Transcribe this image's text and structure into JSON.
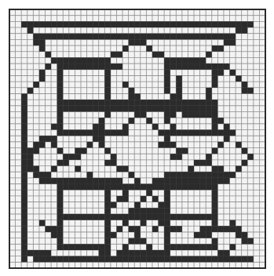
{
  "pattern": {
    "grid_cells": 43,
    "colors": {
      "background": "#f3f3f3",
      "grid": "#8c8c8c",
      "ink": "#2b2b2b",
      "border": "#2b2b2b"
    },
    "motif_rows": [
      [
        2,
        3,
        4,
        5,
        6,
        7,
        8,
        9,
        10,
        11,
        12,
        13,
        14,
        15,
        16,
        17,
        18,
        19,
        20,
        21,
        22,
        23,
        24,
        25,
        26,
        27,
        28,
        29,
        30,
        31,
        32,
        33,
        34,
        35,
        36,
        37,
        38,
        39,
        40
      ],
      [
        3,
        38,
        39
      ],
      [
        4,
        5,
        6,
        7,
        8,
        9,
        10,
        11,
        12,
        13,
        14,
        15,
        16,
        17,
        18,
        19,
        20,
        21,
        22,
        23,
        24,
        25,
        26,
        27,
        28,
        29,
        30,
        31,
        32,
        33,
        34,
        35,
        36,
        37
      ],
      [
        4,
        5,
        20,
        21,
        22,
        36,
        37
      ],
      [
        5,
        19,
        23,
        34,
        35
      ],
      [
        6,
        17,
        18,
        24,
        25,
        33
      ],
      [
        7,
        8,
        9,
        10,
        11,
        12,
        13,
        14,
        15,
        16,
        26,
        27,
        28,
        29,
        30,
        31,
        32
      ],
      [
        6,
        8,
        9,
        10,
        11,
        12,
        13,
        14,
        15,
        16,
        17,
        18,
        26,
        27,
        28,
        29,
        30,
        31,
        32,
        33,
        34,
        35,
        36
      ],
      [
        5,
        8,
        16,
        26,
        34,
        35,
        37
      ],
      [
        5,
        8,
        16,
        26,
        28,
        34,
        38
      ],
      [
        4,
        8,
        16,
        19,
        26,
        28,
        34,
        39
      ],
      [
        3,
        8,
        16,
        20,
        26,
        28,
        33,
        39,
        40
      ],
      [
        2,
        8,
        16,
        20,
        21,
        27,
        28,
        33
      ],
      [
        2,
        8,
        9,
        10,
        11,
        12,
        13,
        14,
        15,
        16,
        17,
        18,
        19,
        20,
        21,
        22,
        23,
        24,
        25,
        26,
        27,
        28,
        29,
        30,
        31,
        32,
        33,
        34
      ],
      [
        2,
        8,
        9,
        10,
        11,
        12,
        13,
        14,
        15,
        16,
        17,
        18,
        19,
        20,
        21,
        22,
        23,
        24,
        25,
        26,
        27,
        28,
        29,
        30,
        31,
        32,
        33,
        34
      ],
      [
        2,
        8,
        16,
        21,
        22,
        26,
        27,
        29,
        30,
        31,
        32,
        33,
        34
      ],
      [
        2,
        8,
        15,
        20,
        23,
        26,
        34,
        35
      ],
      [
        2,
        7,
        8,
        14,
        15,
        19,
        24,
        27,
        34,
        36
      ],
      [
        2,
        8,
        9,
        10,
        11,
        12,
        13,
        14,
        15,
        16,
        17,
        18,
        19,
        25,
        26,
        27,
        28,
        29,
        30,
        31,
        32,
        33,
        34,
        35,
        36,
        37
      ],
      [
        2,
        5,
        6,
        7,
        14,
        15,
        26,
        36
      ],
      [
        2,
        4,
        5,
        7,
        13,
        15,
        25,
        26,
        27,
        35,
        38
      ],
      [
        2,
        3,
        4,
        8,
        11,
        12,
        16,
        28,
        29,
        34,
        39
      ],
      [
        2,
        3,
        9,
        10,
        11,
        17,
        27,
        28,
        33,
        40
      ],
      [
        2,
        3,
        8,
        9,
        16,
        17,
        31,
        32,
        33,
        39
      ],
      [
        2,
        3,
        4,
        7,
        11,
        18,
        19,
        30,
        34,
        35,
        38
      ],
      [
        2,
        4,
        5,
        6,
        13,
        20,
        26,
        27,
        28,
        29,
        30,
        31,
        32,
        33,
        34,
        35,
        36,
        37
      ],
      [
        2,
        5,
        6,
        7,
        8,
        9,
        10,
        11,
        12,
        13,
        14,
        15,
        16,
        17,
        18,
        21,
        24,
        25,
        26,
        27,
        28,
        29,
        30,
        31,
        32,
        33,
        34,
        35,
        36
      ],
      [
        2,
        8,
        9,
        10,
        11,
        12,
        13,
        14,
        15,
        16,
        17,
        18,
        19,
        20,
        21,
        22,
        23,
        24,
        25,
        26,
        27,
        28,
        29,
        30,
        31,
        32,
        33,
        34
      ],
      [
        2,
        8,
        16,
        19,
        23,
        26,
        34
      ],
      [
        2,
        8,
        16,
        18,
        19,
        22,
        24,
        26,
        34
      ],
      [
        2,
        8,
        16,
        17,
        21,
        25,
        26,
        34
      ],
      [
        2,
        8,
        16,
        20,
        21,
        22,
        23,
        24,
        25,
        26,
        34
      ],
      [
        2,
        8,
        9,
        10,
        11,
        12,
        13,
        14,
        15,
        16,
        17,
        18,
        19,
        20,
        21,
        22,
        23,
        24,
        25,
        26,
        27,
        28,
        29,
        30,
        31,
        32,
        33,
        34
      ],
      [
        2,
        5,
        8,
        16,
        19,
        22,
        25,
        26,
        34,
        37
      ],
      [
        2,
        6,
        7,
        8,
        16,
        18,
        20,
        21,
        24,
        26,
        27,
        28,
        32,
        33,
        34,
        35,
        36,
        37,
        38
      ],
      [
        2,
        7,
        8,
        16,
        17,
        21,
        26,
        31,
        32,
        33,
        38,
        39
      ],
      [
        2,
        8,
        16,
        20,
        21,
        22,
        26,
        34,
        39,
        40
      ],
      [
        2,
        8,
        9,
        10,
        11,
        12,
        13,
        14,
        15,
        16,
        19,
        23,
        26,
        27,
        28,
        29,
        30,
        31,
        32,
        33,
        34,
        37
      ],
      [
        2,
        3,
        4,
        5,
        6,
        15,
        16,
        18,
        19,
        20,
        21,
        22,
        23,
        24,
        25,
        26,
        35,
        36
      ],
      [
        2,
        4,
        5,
        6,
        7,
        8,
        9,
        10,
        11,
        12,
        13,
        14,
        15,
        16,
        17,
        18,
        19,
        20,
        21,
        22,
        23,
        24,
        25,
        26,
        27,
        28,
        29,
        30,
        31,
        32,
        33,
        34,
        35,
        36,
        37,
        38,
        39,
        40
      ]
    ]
  }
}
